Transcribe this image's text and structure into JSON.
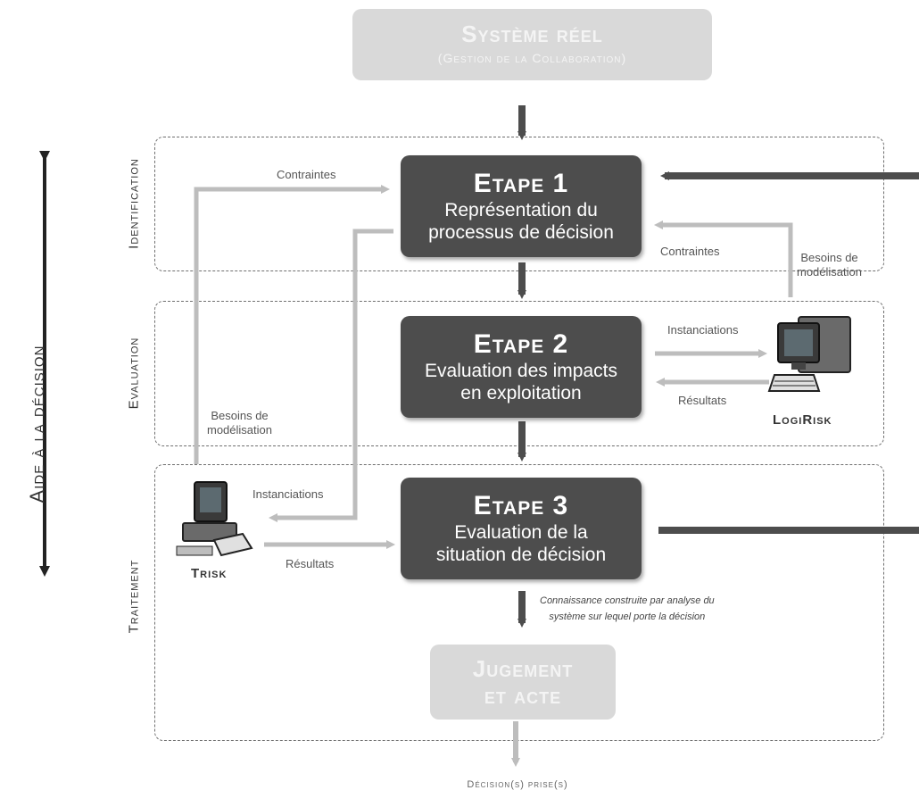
{
  "side_label": "Aide à la décision",
  "top_box": {
    "title": "Système réel",
    "subtitle": "(Gestion de la Collaboration)"
  },
  "phases": {
    "identification": "Identification",
    "evaluation": "Evaluation",
    "traitement": "Traitement"
  },
  "steps": [
    {
      "title": "Etape 1",
      "line1": "Représentation du",
      "line2": "processus de décision"
    },
    {
      "title": "Etape 2",
      "line1": "Evaluation des impacts",
      "line2": "en exploitation"
    },
    {
      "title": "Etape 3",
      "line1": "Evaluation de la",
      "line2": "situation de décision"
    }
  ],
  "labels": {
    "contraintes_left": "Contraintes",
    "contraintes_right": "Contraintes",
    "besoins_right_1": "Besoins de",
    "besoins_right_2": "modélisation",
    "besoins_left_1": "Besoins de",
    "besoins_left_2": "modélisation",
    "instanciations_right": "Instanciations",
    "resultats_right": "Résultats",
    "instanciations_left": "Instanciations",
    "resultats_left": "Résultats"
  },
  "tools": {
    "right": "LogiRisk",
    "left": "Trisk"
  },
  "note": {
    "line1": "Connaissance construite par analyse du",
    "line2": "système sur lequel porte la décision"
  },
  "bottom_box": {
    "line1": "Jugement",
    "line2": "et acte"
  },
  "output": "Décision(s) prise(s)"
}
